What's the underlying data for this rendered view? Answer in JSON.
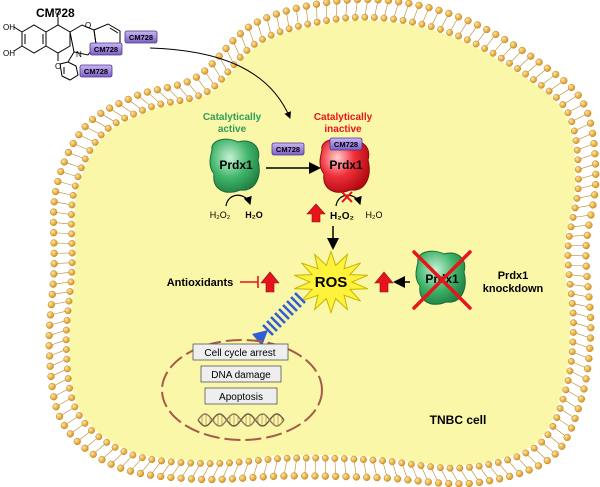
{
  "drug": {
    "name": "CM728",
    "tags": [
      "CM728",
      "CM728",
      "CM728"
    ],
    "ring_labels": {
      "oh1": "OH",
      "oh2": "OH",
      "o1": "O",
      "o2": "O",
      "o3": "O",
      "n": "N"
    }
  },
  "prdx_active": {
    "caption_line1": "Catalytically",
    "caption_line2": "active",
    "label": "Prdx1",
    "reaction_left": "H₂O₂",
    "reaction_right": "H₂O"
  },
  "prdx_inactive": {
    "caption_line1": "Catalytically",
    "caption_line2": "inactive",
    "label": "Prdx1",
    "bound_tag": "CM728",
    "reaction_left": "H₂O₂",
    "reaction_right": "H₂O"
  },
  "arrow_tag": "CM728",
  "ros_label": "ROS",
  "antioxidants_label": "Antioxidants",
  "knockdown": {
    "protein": "Prdx1",
    "line1": "Prdx1",
    "line2": "knockdown"
  },
  "outcomes": [
    "Cell cycle arrest",
    "DNA damage",
    "Apoptosis"
  ],
  "cell_label": "TNBC cell",
  "colors": {
    "cytoplasm": "#fbf7a8",
    "membrane": "#f0b53a",
    "active_green": "#2f9e58",
    "inactive_red": "#e8141c",
    "tag_purple": "#9a7fd8",
    "ros_yellow": "#fff23a",
    "arrow_blue": "#2f5fd6"
  }
}
